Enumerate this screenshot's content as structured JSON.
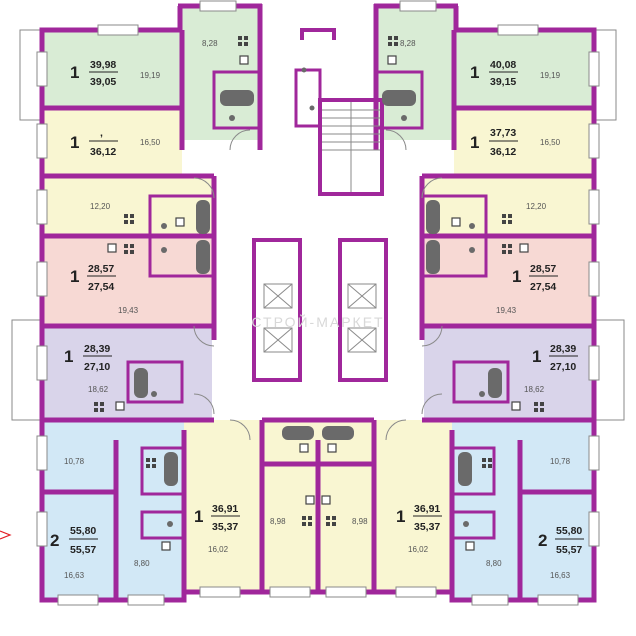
{
  "colors": {
    "wall": "#a0279b",
    "outline": "#8a8a8a",
    "green": "#d9ecd5",
    "cream": "#f9f6d2",
    "pink": "#f7d9d4",
    "lavender": "#d9d4ea",
    "blue": "#d2e8f6",
    "sanitary": "#5a5a5a",
    "arrow": "#e21b23"
  },
  "watermark": "СТРОЙ-МАРКЕТ",
  "apartments": [
    {
      "id": "tl-green",
      "rooms": "1",
      "total": "39,98",
      "living": "39,05",
      "room_areas": [
        "19,19",
        "8,28"
      ]
    },
    {
      "id": "tr-green",
      "rooms": "1",
      "total": "40,08",
      "living": "39,15",
      "room_areas": [
        "19,19",
        "8,28"
      ]
    },
    {
      "id": "l-cream",
      "rooms": "1",
      "total": ",",
      "living": "36,12",
      "room_areas": [
        "16,50",
        "12,20"
      ]
    },
    {
      "id": "r-cream",
      "rooms": "1",
      "total": "37,73",
      "living": "36,12",
      "room_areas": [
        "16,50",
        "12,20"
      ]
    },
    {
      "id": "l-pink",
      "rooms": "1",
      "total": "28,57",
      "living": "27,54",
      "room_areas": [
        "19,43"
      ]
    },
    {
      "id": "r-pink",
      "rooms": "1",
      "total": "28,57",
      "living": "27,54",
      "room_areas": [
        "19,43"
      ]
    },
    {
      "id": "l-lavender",
      "rooms": "1",
      "total": "28,39",
      "living": "27,10",
      "room_areas": [
        "18,62"
      ]
    },
    {
      "id": "r-lavender",
      "rooms": "1",
      "total": "28,39",
      "living": "27,10",
      "room_areas": [
        "18,62"
      ]
    },
    {
      "id": "bl-blue",
      "rooms": "2",
      "total": "55,80",
      "living": "55,57",
      "room_areas": [
        "10,78",
        "16,63",
        "8,80"
      ]
    },
    {
      "id": "br-blue",
      "rooms": "2",
      "total": "55,80",
      "living": "55,57",
      "room_areas": [
        "10,78",
        "16,63",
        "8,80"
      ]
    },
    {
      "id": "bc-left",
      "rooms": "1",
      "total": "36,91",
      "living": "35,37",
      "room_areas": [
        "16,02",
        "8,98"
      ]
    },
    {
      "id": "bc-right",
      "rooms": "1",
      "total": "36,91",
      "living": "35,37",
      "room_areas": [
        "16,02",
        "8,98"
      ]
    }
  ]
}
